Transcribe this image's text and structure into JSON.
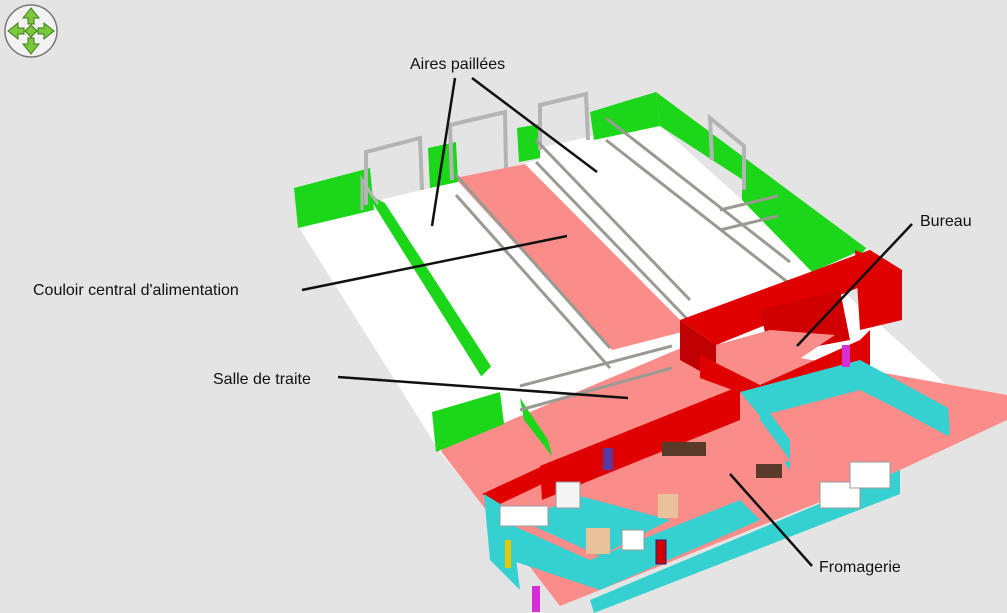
{
  "labels": {
    "aires_paillees": "Aires paillées",
    "bureau": "Bureau",
    "couloir": "Couloir central d'alimentation",
    "salle_traite": "Salle de traite",
    "fromagerie": "Fromagerie"
  },
  "navigation": {
    "icons": [
      "arrow-up-icon",
      "arrow-down-icon",
      "arrow-left-icon",
      "arrow-right-icon",
      "center-icon"
    ]
  },
  "colors": {
    "background": "#e4e4e4",
    "green_wall": "#1bd619",
    "pink_floor": "#fa8c89",
    "red_wall": "#e00000",
    "cyan_wall": "#35d0d0",
    "white_floor": "#ffffff",
    "railing": "#9a9a92"
  }
}
